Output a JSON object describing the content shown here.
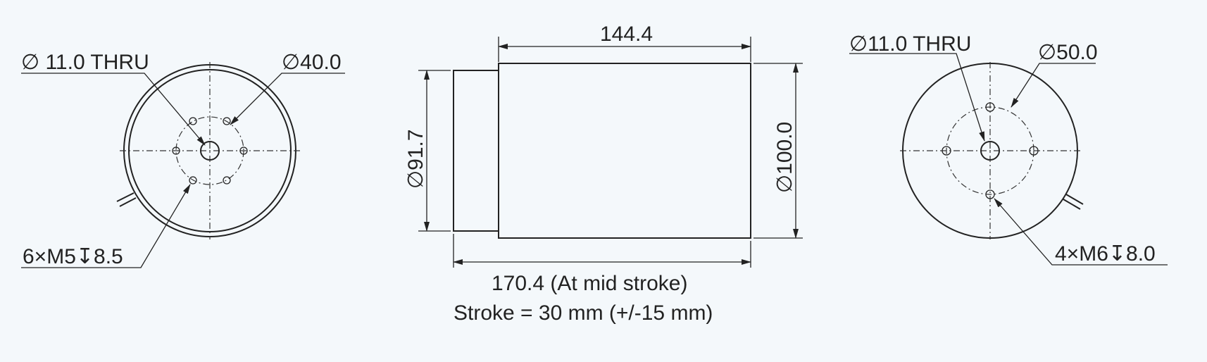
{
  "left_view": {
    "thru_hole_label": "∅ 11.0  THRU",
    "bolt_circle_label": "∅40.0",
    "tapped_holes_label": "6×M5↧8.5"
  },
  "side_view": {
    "length_label": "144.4",
    "rod_dia_label": "∅91.7",
    "body_dia_label": "∅100.0",
    "total_length_label": "170.4 (At mid stroke)",
    "stroke_label": "Stroke = 30 mm (+/-15 mm)"
  },
  "right_view": {
    "thru_hole_label": "∅11.0 THRU",
    "bolt_circle_label": "∅50.0",
    "tapped_holes_label": "4×M6↧8.0"
  },
  "colors": {
    "background": "#f4f8fb",
    "line": "#222222"
  }
}
